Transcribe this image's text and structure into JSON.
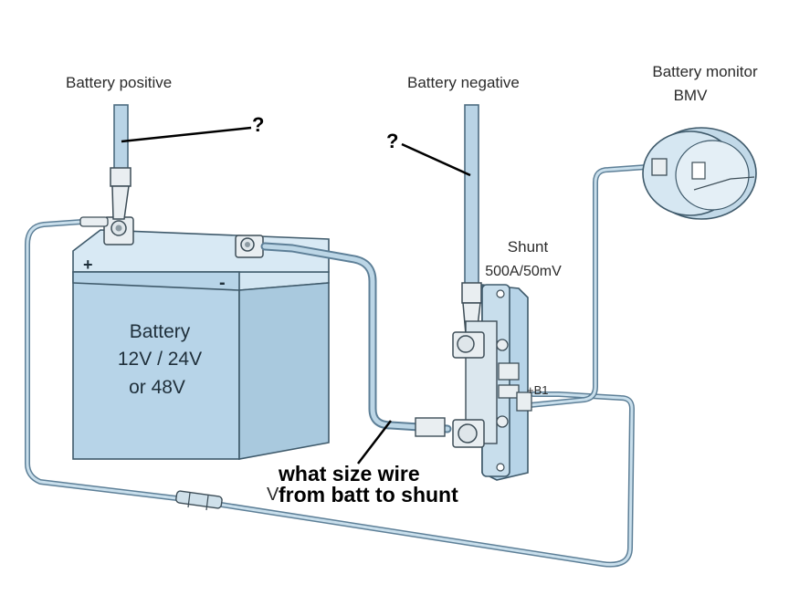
{
  "labels": {
    "battery_positive": "Battery positive",
    "battery_negative": "Battery negative",
    "monitor_line1": "Battery monitor",
    "monitor_line2": "BMV",
    "shunt_line1": "Shunt",
    "shunt_line2": "500A/50mV",
    "shunt_terminal": "+B1",
    "battery_line1": "Battery",
    "battery_line2": "12V  / 24V",
    "battery_line3": "or 48V",
    "plus_sign": "+",
    "minus_sign": "-",
    "hidden_v": "V"
  },
  "annotations": {
    "question_positive": "?",
    "question_negative": "?",
    "note_line1": "what size wire",
    "note_line2": "from batt to shunt"
  },
  "colors": {
    "battery_fill": "#b7d4e8",
    "battery_top": "#d3e6f2",
    "cable_outline": "#5d7f97",
    "cable_fill": "#bcd6e6"
  }
}
